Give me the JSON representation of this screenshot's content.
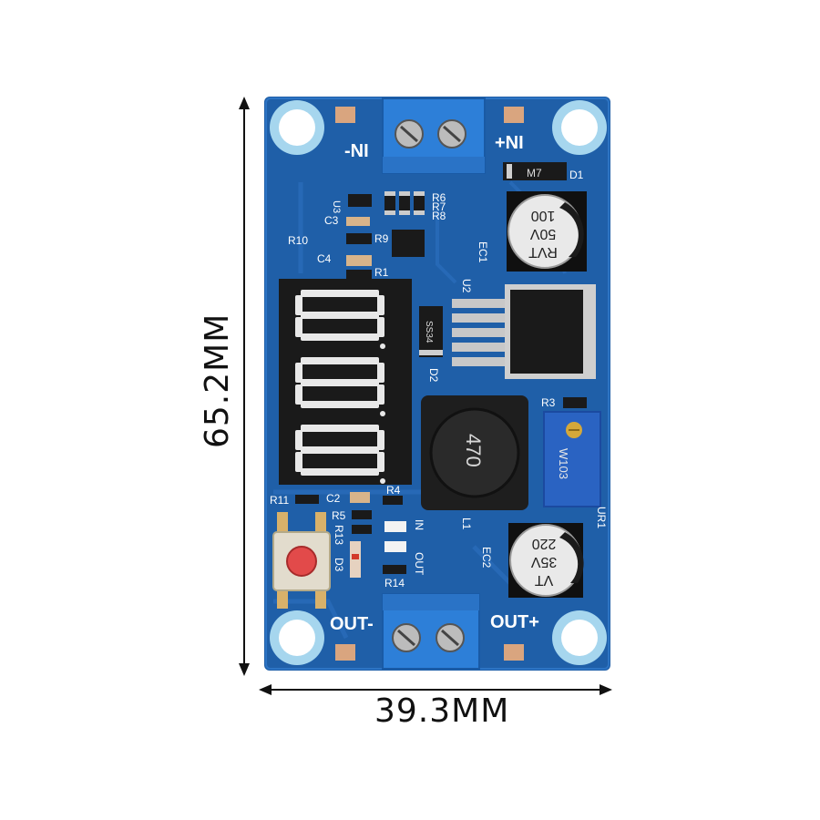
{
  "dimensions": {
    "width_label": "39.3MM",
    "height_label": "65.2MM"
  },
  "board": {
    "color": "#1f5fa8",
    "terminals": {
      "input_minus": "-NI",
      "input_plus": "+NI",
      "output_minus": "OUT-",
      "output_plus": "OUT+"
    },
    "capacitors": {
      "ec1": {
        "ref": "EC1",
        "line1": "100",
        "line2": "50V",
        "line3": "RVT"
      },
      "ec2": {
        "ref": "EC2",
        "line1": "220",
        "line2": "35V",
        "line3": "VT"
      }
    },
    "inductor": {
      "ref": "L1",
      "value": "470"
    },
    "regulator": {
      "ref": "U2"
    },
    "trimmer": {
      "ref": "UR1",
      "value": "W103"
    },
    "diodes": {
      "d1": "D1",
      "d1_marking": "M7",
      "d2": "D2",
      "d2_marking": "SS34",
      "d3": "D3"
    },
    "refs": {
      "u3": "U3",
      "c3": "C3",
      "c4": "C4",
      "r10": "R10",
      "r9": "R9",
      "r1": "R1",
      "r6": "R6",
      "r7": "R7",
      "r8": "R8",
      "r3": "R3",
      "r11": "R11",
      "c2": "C2",
      "r4": "R4",
      "r5": "R5",
      "r13": "R13",
      "r14": "R14",
      "in": "IN",
      "out": "OUT"
    },
    "display": {
      "digits": "8.8.8"
    }
  }
}
